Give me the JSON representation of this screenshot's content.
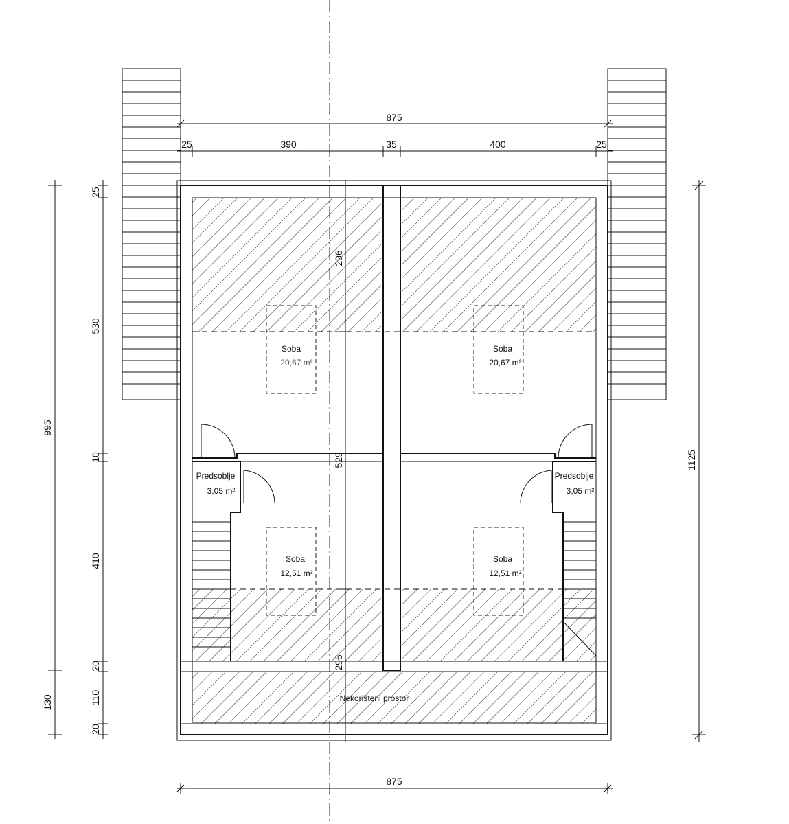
{
  "dimensions": {
    "top_total": "875",
    "top_seg_left_wall": "25",
    "top_seg_left_room": "390",
    "top_seg_mid_wall": "35",
    "top_seg_right_room": "400",
    "top_seg_right_wall": "25",
    "bottom_total": "875",
    "left_total": "995",
    "left_bottom_total": "130",
    "left_seg_top_wall": "25",
    "left_seg_upper_room": "530",
    "left_seg_partition": "10",
    "left_seg_lower_room": "410",
    "left_seg_wall_20a": "20",
    "left_seg_unused": "110",
    "left_seg_wall_20b": "20",
    "right_total": "1125",
    "inner_upper_height": "296",
    "inner_mid_height": "529",
    "inner_lower_height": "296"
  },
  "rooms": {
    "upper_left": {
      "name": "Soba",
      "area": "20,67 m²"
    },
    "upper_right": {
      "name": "Soba",
      "area": "20,67 m²"
    },
    "lower_left": {
      "name": "Soba",
      "area": "12,51 m²"
    },
    "lower_right": {
      "name": "Soba",
      "area": "12,51 m²"
    },
    "hall_left": {
      "name": "Predsoblje",
      "area": "3,05 m²"
    },
    "hall_right": {
      "name": "Predsoblje",
      "area": "3,05 m²"
    },
    "unused": {
      "name": "Nekorišteni prostor"
    }
  }
}
